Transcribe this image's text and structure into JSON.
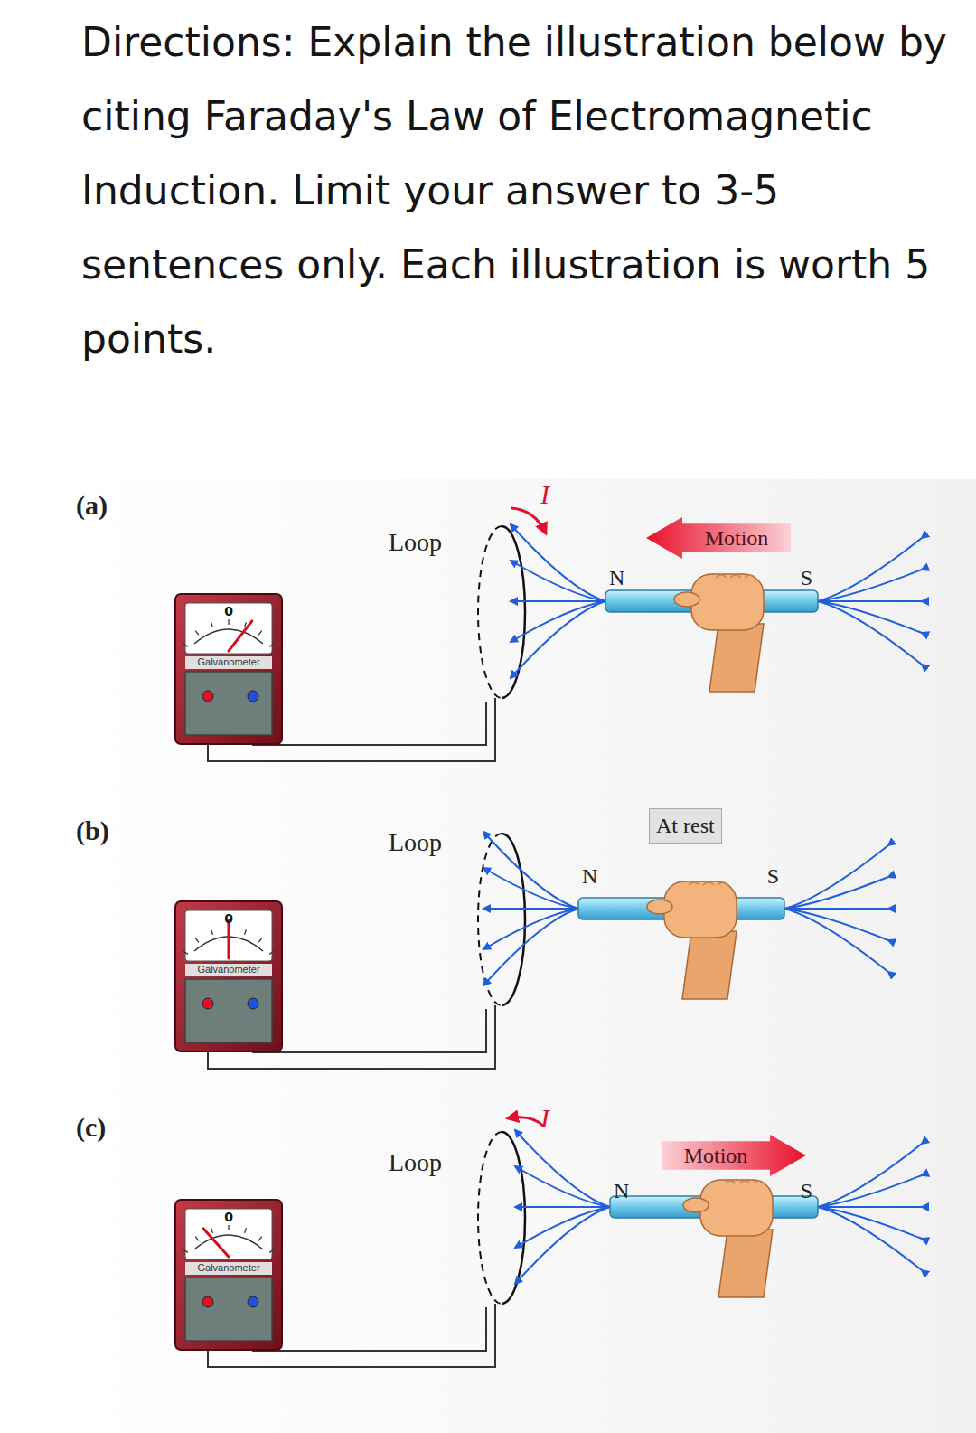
{
  "diagram": {
    "title": "Directions: Explain the illustration below by citing Faraday's Law of Electromagnetic Induction. Limit your answer to 3-5 sentences only. Each illustration is worth 5 points.",
    "nodes": [
      {
        "text": [
          "0",
          "Galvanometer"
        ]
      },
      {
        "text": [
          "Motion"
        ]
      },
      {
        "text": [
          "0",
          "Galvanometer"
        ]
      },
      {
        "text": [
          "At rest"
        ]
      },
      {
        "text": [
          "0",
          "Galvanometer"
        ]
      },
      {
        "text": [
          "Motion"
        ]
      }
    ],
    "labels": [
      "(a)",
      "Loop",
      "I",
      "N",
      "S",
      "(b)",
      "Loop",
      "N",
      "S",
      "(c)",
      "Loop",
      "I",
      "N",
      "S"
    ]
  }
}
